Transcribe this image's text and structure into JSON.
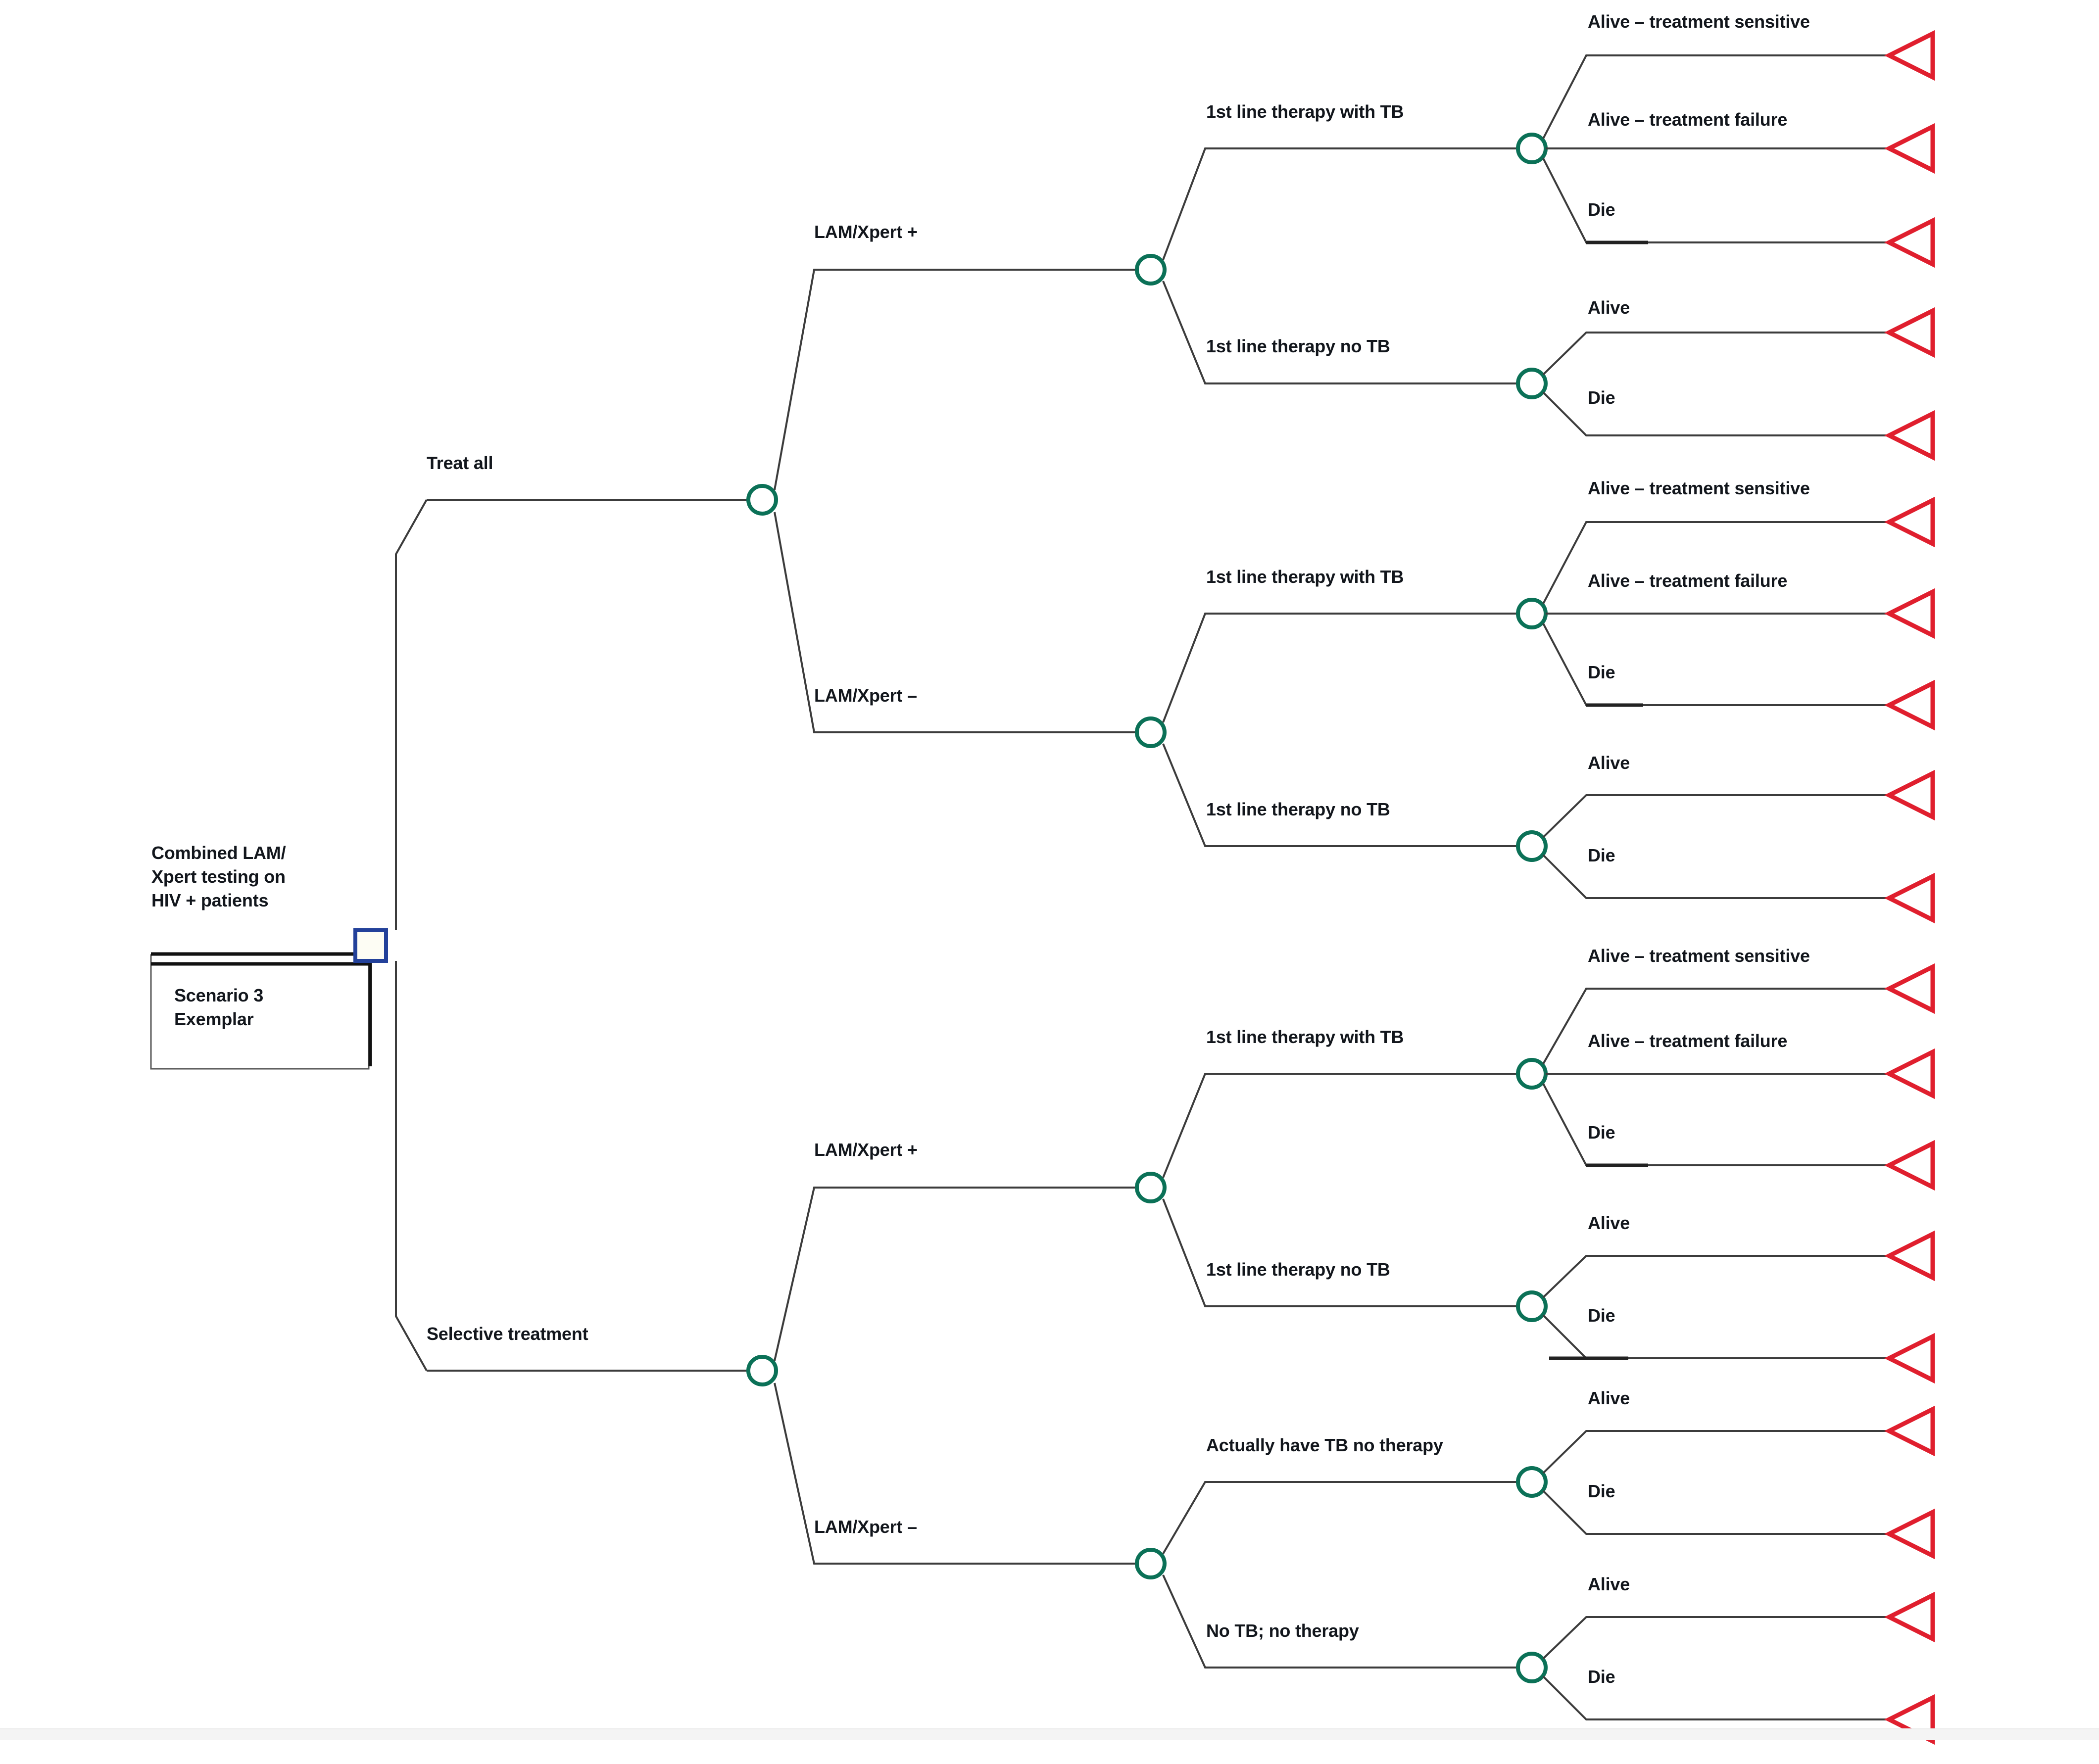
{
  "diagram": {
    "type": "decision-tree",
    "title_node": {
      "label": "Combined LAM/\nXpert testing on\nHIV + patients",
      "scenario_label": "Scenario 3\nExemplar",
      "node_kind": "decision-square"
    },
    "colors": {
      "decision_node": "#23419a",
      "chance_node": "#0b7157",
      "terminal_marker": "#e01f2e",
      "branch_line": "#3c3c3c",
      "text": "#12161c",
      "background": "#ffffff"
    },
    "strategies": [
      {
        "id": "treat-all",
        "label": "Treat all"
      },
      {
        "id": "selective-treatment",
        "label": "Selective treatment"
      }
    ],
    "test_results": [
      {
        "id": "ta-pos",
        "label": "LAM/Xpert +"
      },
      {
        "id": "ta-neg",
        "label": "LAM/Xpert –"
      },
      {
        "id": "st-pos",
        "label": "LAM/Xpert +"
      },
      {
        "id": "st-neg",
        "label": "LAM/Xpert –"
      }
    ],
    "therapy_branches": [
      {
        "id": "ta-pos-withtb",
        "label": "1st line therapy with TB"
      },
      {
        "id": "ta-pos-notb",
        "label": "1st line therapy no TB"
      },
      {
        "id": "ta-neg-withtb",
        "label": "1st line therapy with TB"
      },
      {
        "id": "ta-neg-notb",
        "label": "1st line therapy no TB"
      },
      {
        "id": "st-pos-withtb",
        "label": "1st line therapy with TB"
      },
      {
        "id": "st-pos-notb",
        "label": "1st line therapy no TB"
      },
      {
        "id": "st-neg-tbnotherapy",
        "label": "Actually have TB no therapy"
      },
      {
        "id": "st-neg-notbnotherapy",
        "label": "No TB; no therapy"
      }
    ],
    "outcomes": [
      {
        "id": "o1",
        "label": "Alive – treatment sensitive"
      },
      {
        "id": "o2",
        "label": "Alive – treatment failure"
      },
      {
        "id": "o3",
        "label": "Die"
      },
      {
        "id": "o4",
        "label": "Alive"
      },
      {
        "id": "o5",
        "label": "Die"
      },
      {
        "id": "o6",
        "label": "Alive – treatment sensitive"
      },
      {
        "id": "o7",
        "label": "Alive – treatment failure"
      },
      {
        "id": "o8",
        "label": "Die"
      },
      {
        "id": "o9",
        "label": "Alive"
      },
      {
        "id": "o10",
        "label": "Die"
      },
      {
        "id": "o11",
        "label": "Alive – treatment sensitive"
      },
      {
        "id": "o12",
        "label": "Alive – treatment failure"
      },
      {
        "id": "o13",
        "label": "Die"
      },
      {
        "id": "o14",
        "label": "Alive"
      },
      {
        "id": "o15",
        "label": "Die"
      },
      {
        "id": "o16",
        "label": "Alive"
      },
      {
        "id": "o17",
        "label": "Die"
      },
      {
        "id": "o18",
        "label": "Alive"
      },
      {
        "id": "o19",
        "label": "Die"
      }
    ]
  }
}
